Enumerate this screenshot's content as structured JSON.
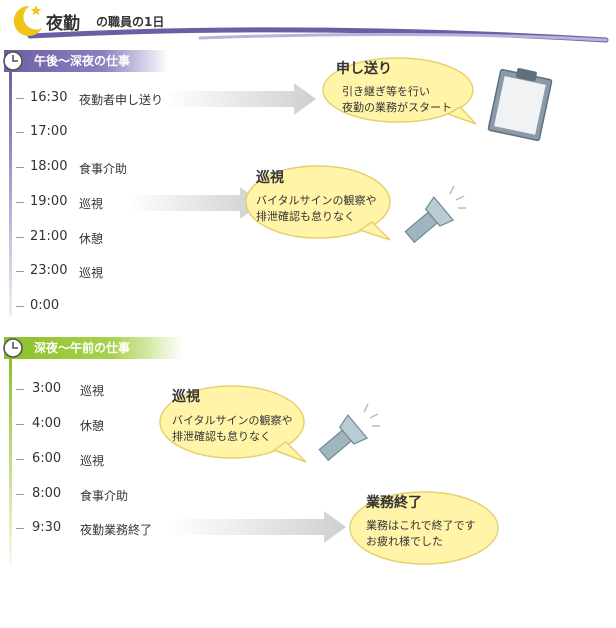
{
  "header": {
    "title_main": "夜勤",
    "title_sub": "の職員の1日"
  },
  "colors": {
    "night_purple": "#6d5ea3",
    "day_green": "#8cbf2a",
    "bubble_yellow": "#fff4a8",
    "arrow_gray": "#d4d4d4"
  },
  "sections": [
    {
      "heading": "午後～深夜の仕事",
      "rows": [
        {
          "time": "16:30",
          "task": "夜勤者申し送り"
        },
        {
          "time": "17:00",
          "task": ""
        },
        {
          "time": "18:00",
          "task": "食事介助"
        },
        {
          "time": "19:00",
          "task": "巡視"
        },
        {
          "time": "21:00",
          "task": "休憩"
        },
        {
          "time": "23:00",
          "task": "巡視"
        },
        {
          "time": "0:00",
          "task": ""
        }
      ]
    },
    {
      "heading": "深夜～午前の仕事",
      "rows": [
        {
          "time": "3:00",
          "task": "巡視"
        },
        {
          "time": "4:00",
          "task": "休憩"
        },
        {
          "time": "6:00",
          "task": "巡視"
        },
        {
          "time": "8:00",
          "task": "食事介助"
        },
        {
          "time": "9:30",
          "task": "夜勤業務終了"
        }
      ]
    }
  ],
  "callouts": [
    {
      "title": "申し送り",
      "lines": [
        "引き継ぎ等を行い",
        "夜勤の業務がスタート"
      ],
      "icon": "clipboard-icon"
    },
    {
      "title": "巡視",
      "lines": [
        "バイタルサインの観察や",
        "排泄確認も怠りなく"
      ],
      "icon": "flashlight-icon"
    },
    {
      "title": "巡視",
      "lines": [
        "バイタルサインの観察や",
        "排泄確認も怠りなく"
      ],
      "icon": "flashlight-icon"
    },
    {
      "title": "業務終了",
      "lines": [
        "業務はこれで終了です",
        "お疲れ様でした"
      ],
      "icon": ""
    }
  ]
}
